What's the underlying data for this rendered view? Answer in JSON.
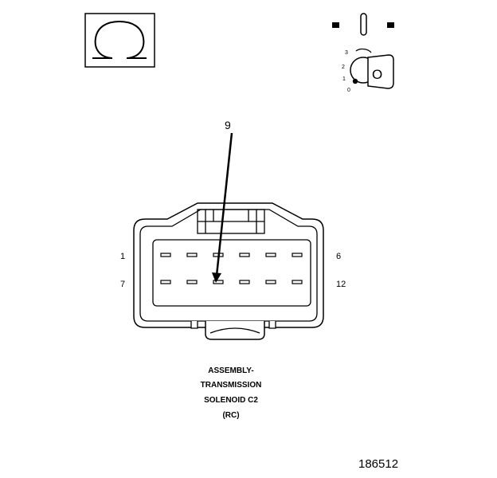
{
  "diagram": {
    "ohm_symbol": "Ω",
    "ignition_key": {
      "positions": [
        "3",
        "2",
        "1",
        "0"
      ],
      "key_letter": "O"
    },
    "pointer_label": "9",
    "pin_labels": {
      "top_left": "1",
      "top_right": "6",
      "bottom_left": "7",
      "bottom_right": "12"
    },
    "caption": [
      "ASSEMBLY-",
      "TRANSMISSION",
      "SOLENOID C2",
      "(RC)"
    ],
    "figure_id": "186512"
  }
}
